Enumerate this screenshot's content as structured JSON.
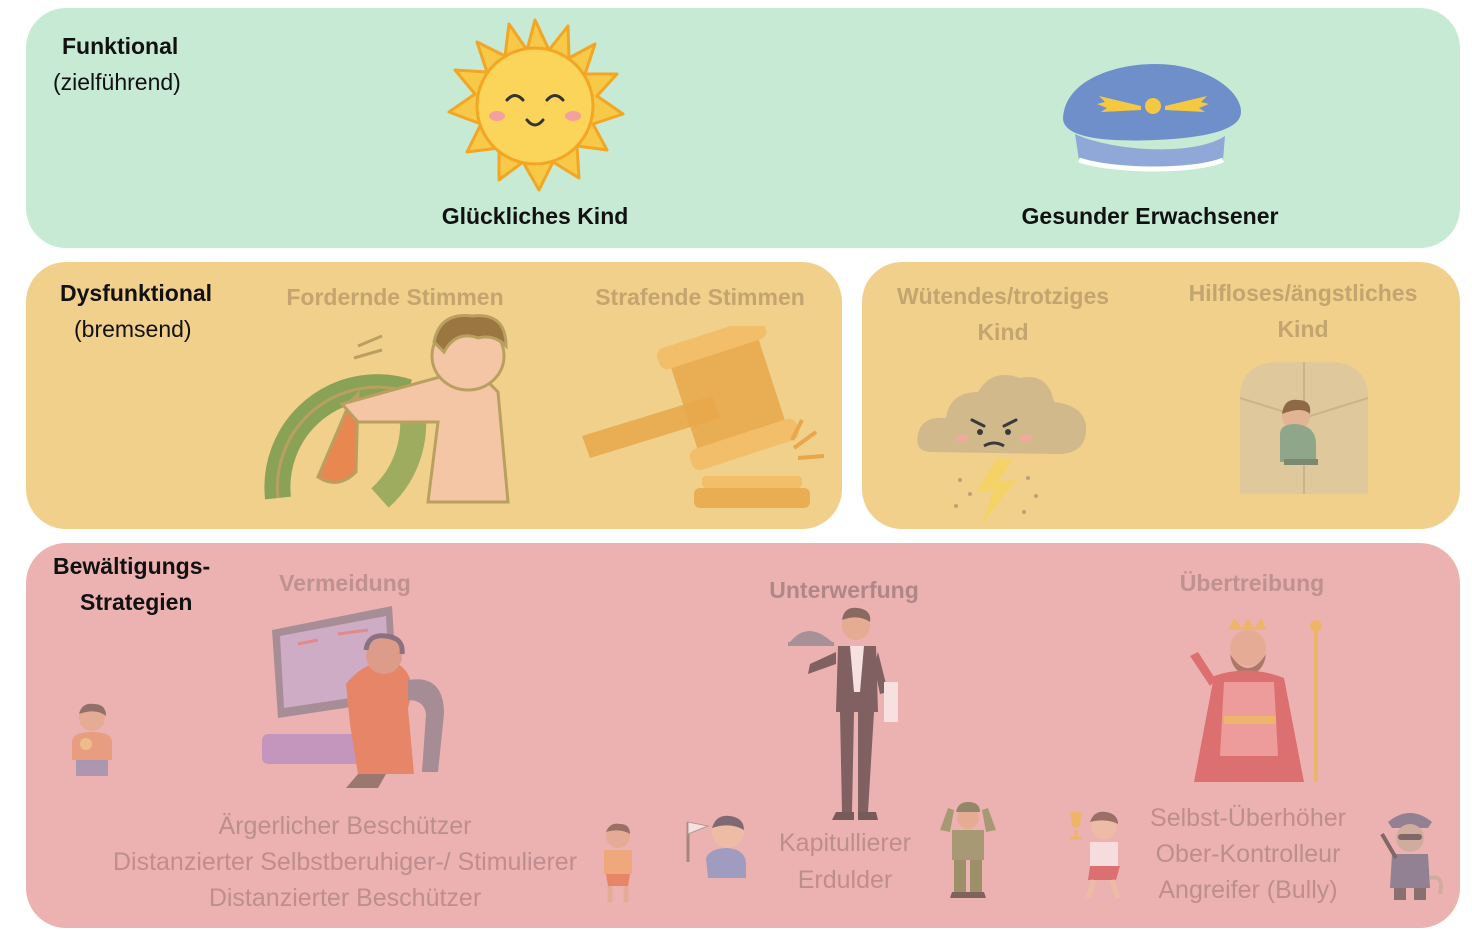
{
  "functional": {
    "heading": "Funktional",
    "subheading": "(zielführend)",
    "modes": [
      {
        "label": "Glückliches Kind",
        "icon": "sun-icon"
      },
      {
        "label": "Gesunder Erwachsener",
        "icon": "pilot-cap-icon"
      }
    ]
  },
  "dysfunctional": {
    "heading": "Dysfunktional",
    "subheading": "(bremsend)",
    "modes": [
      {
        "label": "Fordernde Stimmen",
        "icon": "gauge-pusher-icon"
      },
      {
        "label": "Strafende Stimmen",
        "icon": "gavel-icon"
      },
      {
        "label_line1": "Wütendes/trotziges",
        "label_line2": "Kind",
        "icon": "storm-cloud-icon"
      },
      {
        "label_line1": "Hilfloses/ängstliches",
        "label_line2": "Kind",
        "icon": "crouching-child-icon"
      }
    ]
  },
  "coping": {
    "heading_line1": "Bewältigungs-",
    "heading_line2": "Strategien",
    "strategies": [
      {
        "title": "Vermeidung",
        "modes": [
          "Ärgerlicher Beschützer",
          "Distanzierter Selbstberuhiger-/ Stimulierer",
          "Distanzierter Beschützer"
        ]
      },
      {
        "title": "Unterwerfung",
        "modes": [
          "Kapitullierer",
          "Erdulder"
        ]
      },
      {
        "title": "Übertreibung",
        "modes": [
          "Selbst-Überhöher",
          "Ober-Kontrolleur",
          "Angreifer (Bully)"
        ]
      }
    ]
  }
}
